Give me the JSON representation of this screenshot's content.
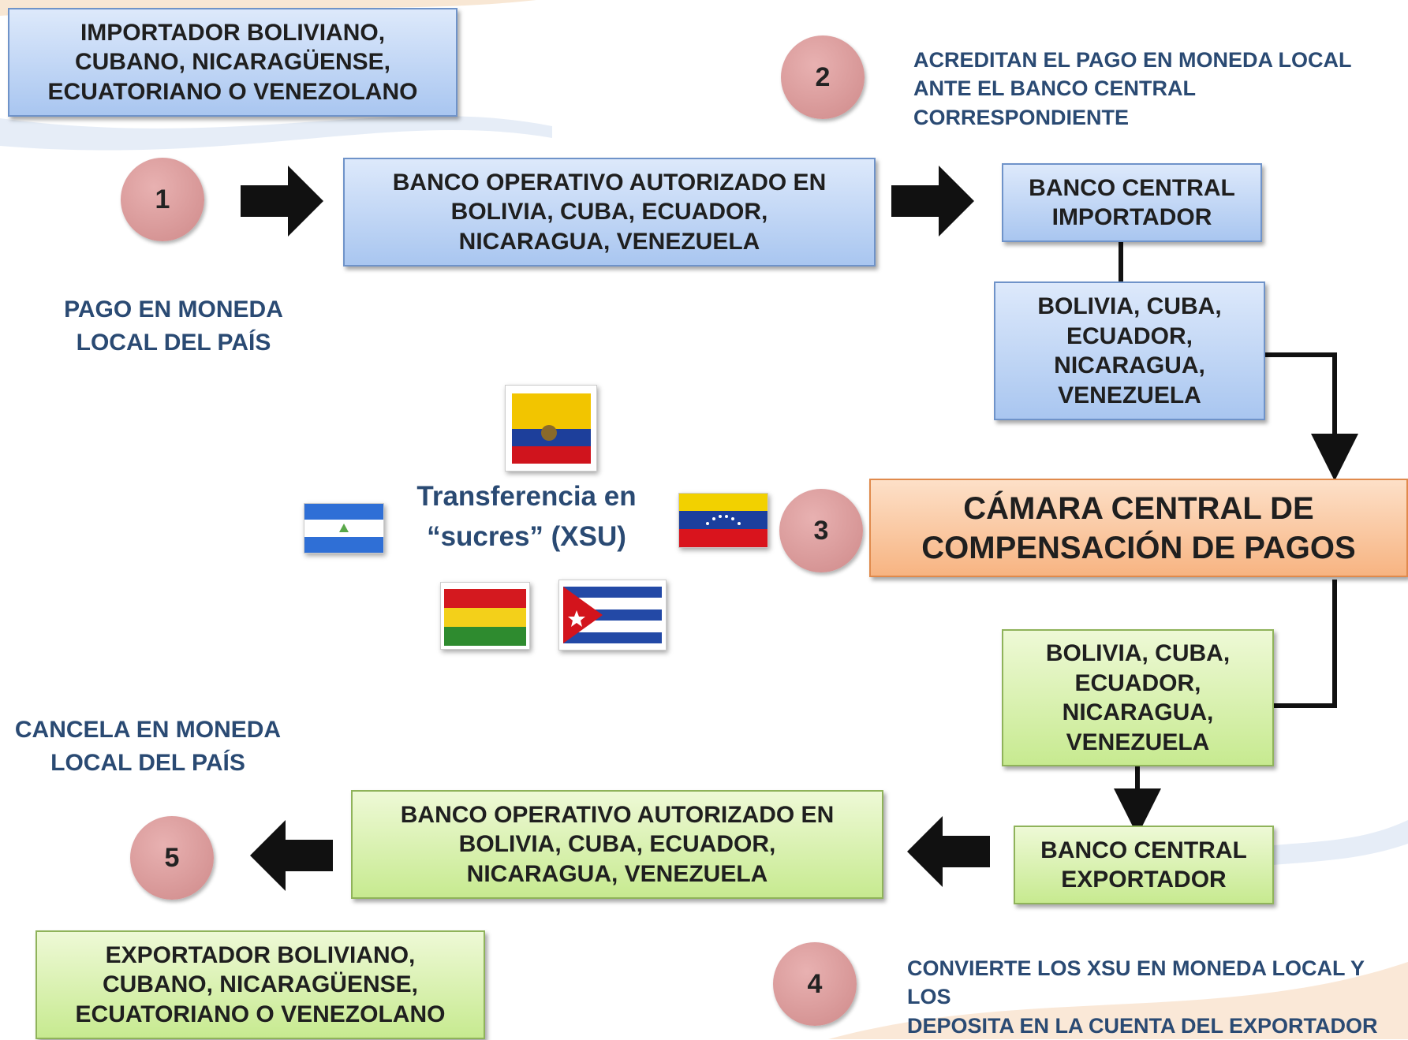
{
  "steps": {
    "s1": "1",
    "s2": "2",
    "s3": "3",
    "s4": "4",
    "s5": "5"
  },
  "boxes": {
    "importer": "IMPORTADOR BOLIVIANO,\nCUBANO, NICARAGÜENSE,\nECUATORIANO O VENEZOLANO",
    "bank_op_top": "BANCO OPERATIVO AUTORIZADO  EN\nBOLIVIA, CUBA, ECUADOR,\nNICARAGUA,  VENEZUELA",
    "central_importer": "BANCO CENTRAL\nIMPORTADOR",
    "countries_blue": "BOLIVIA, CUBA,\nECUADOR,\nNICARAGUA,\nVENEZUELA",
    "camara": "CÁMARA CENTRAL DE\nCOMPENSACIÓN  DE PAGOS",
    "countries_green": "BOLIVIA, CUBA,\nECUADOR,\nNICARAGUA,\nVENEZUELA",
    "central_exporter": "BANCO CENTRAL\nEXPORTADOR",
    "bank_op_bottom": "BANCO OPERATIVO AUTORIZADO  EN\nBOLIVIA, CUBA, ECUADOR,\nNICARAGUA,  VENEZUELA",
    "exporter": "EXPORTADOR BOLIVIANO,\nCUBANO, NICARAGÜENSE,\nECUATORIANO O VENEZOLANO"
  },
  "notes": {
    "step1": "PAGO EN MONEDA\nLOCAL DEL PAÍS",
    "step2": "ACREDITAN EL PAGO EN MONEDA LOCAL\nANTE EL BANCO CENTRAL CORRESPONDIENTE",
    "transfer": "Transferencia en\n“sucres” (XSU)",
    "step5": "CANCELA EN MONEDA\nLOCAL DEL PAÍS",
    "step4": "CONVIERTE LOS XSU EN MONEDA LOCAL Y LOS\nDEPOSITA EN LA CUENTA DEL EXPORTADOR"
  },
  "colors": {
    "blue_box": "#a9c6f0",
    "green_box": "#c7ea90",
    "orange_box": "#f7b482",
    "step_circle": "#d49292",
    "note_text": "#2a4a73"
  }
}
